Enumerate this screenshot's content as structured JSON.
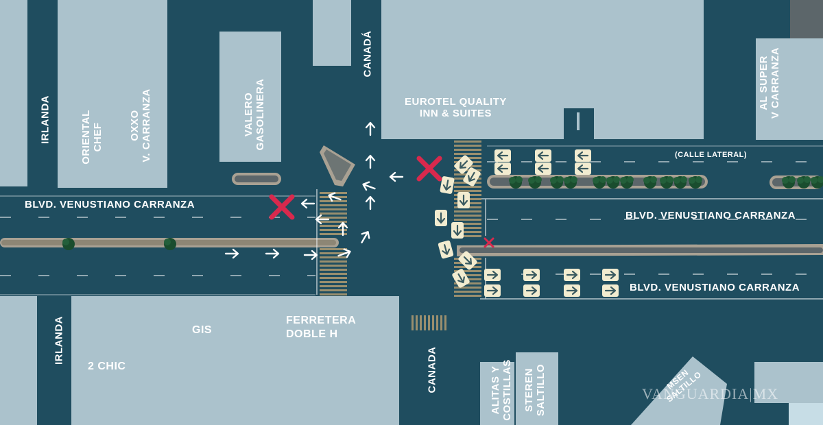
{
  "labels": {
    "blvd_west": "BLVD. VENUSTIANO CARRANZA",
    "blvd_east_top": "BLVD. VENUSTIANO CARRANZA",
    "blvd_east_bottom": "BLVD. VENUSTIANO CARRANZA",
    "calle_lateral": "(CALLE LATERAL)",
    "irlanda_top": "IRLANDA",
    "irlanda_bottom": "IRLANDA",
    "canada_top": "CANADÁ",
    "canada_bottom": "CANADA",
    "oriental_chef": [
      "ORIENTAL",
      "CHEF"
    ],
    "oxxo": [
      "OXXO",
      "V. CARRANZA"
    ],
    "valero": [
      "VALERO",
      "GASOLINERA"
    ],
    "eurotel": [
      "EUROTEL QUALITY",
      "INN & SUITES"
    ],
    "al_super": [
      "AL SUPER",
      "V CARRANZA"
    ],
    "gis": "GIS",
    "ferretera": [
      "FERRETERA",
      "DOBLE H"
    ],
    "two_chic": "2 CHIC",
    "alitas": [
      "ALITAS Y",
      "COSTILLAS"
    ],
    "steren": [
      "STEREN",
      "SALTILLO"
    ],
    "msen": [
      "MSEN",
      "SALTILLO"
    ]
  },
  "watermark": "VANGUARDIA|MX",
  "colors": {
    "road": "#1f4d5f",
    "block": "#abc2cc",
    "median": "#a9a193",
    "crosswalk": "#9a8f6e",
    "arrow": "#f2ecd0",
    "blocked": "#d8294d",
    "tree": "#1a4d2e"
  }
}
